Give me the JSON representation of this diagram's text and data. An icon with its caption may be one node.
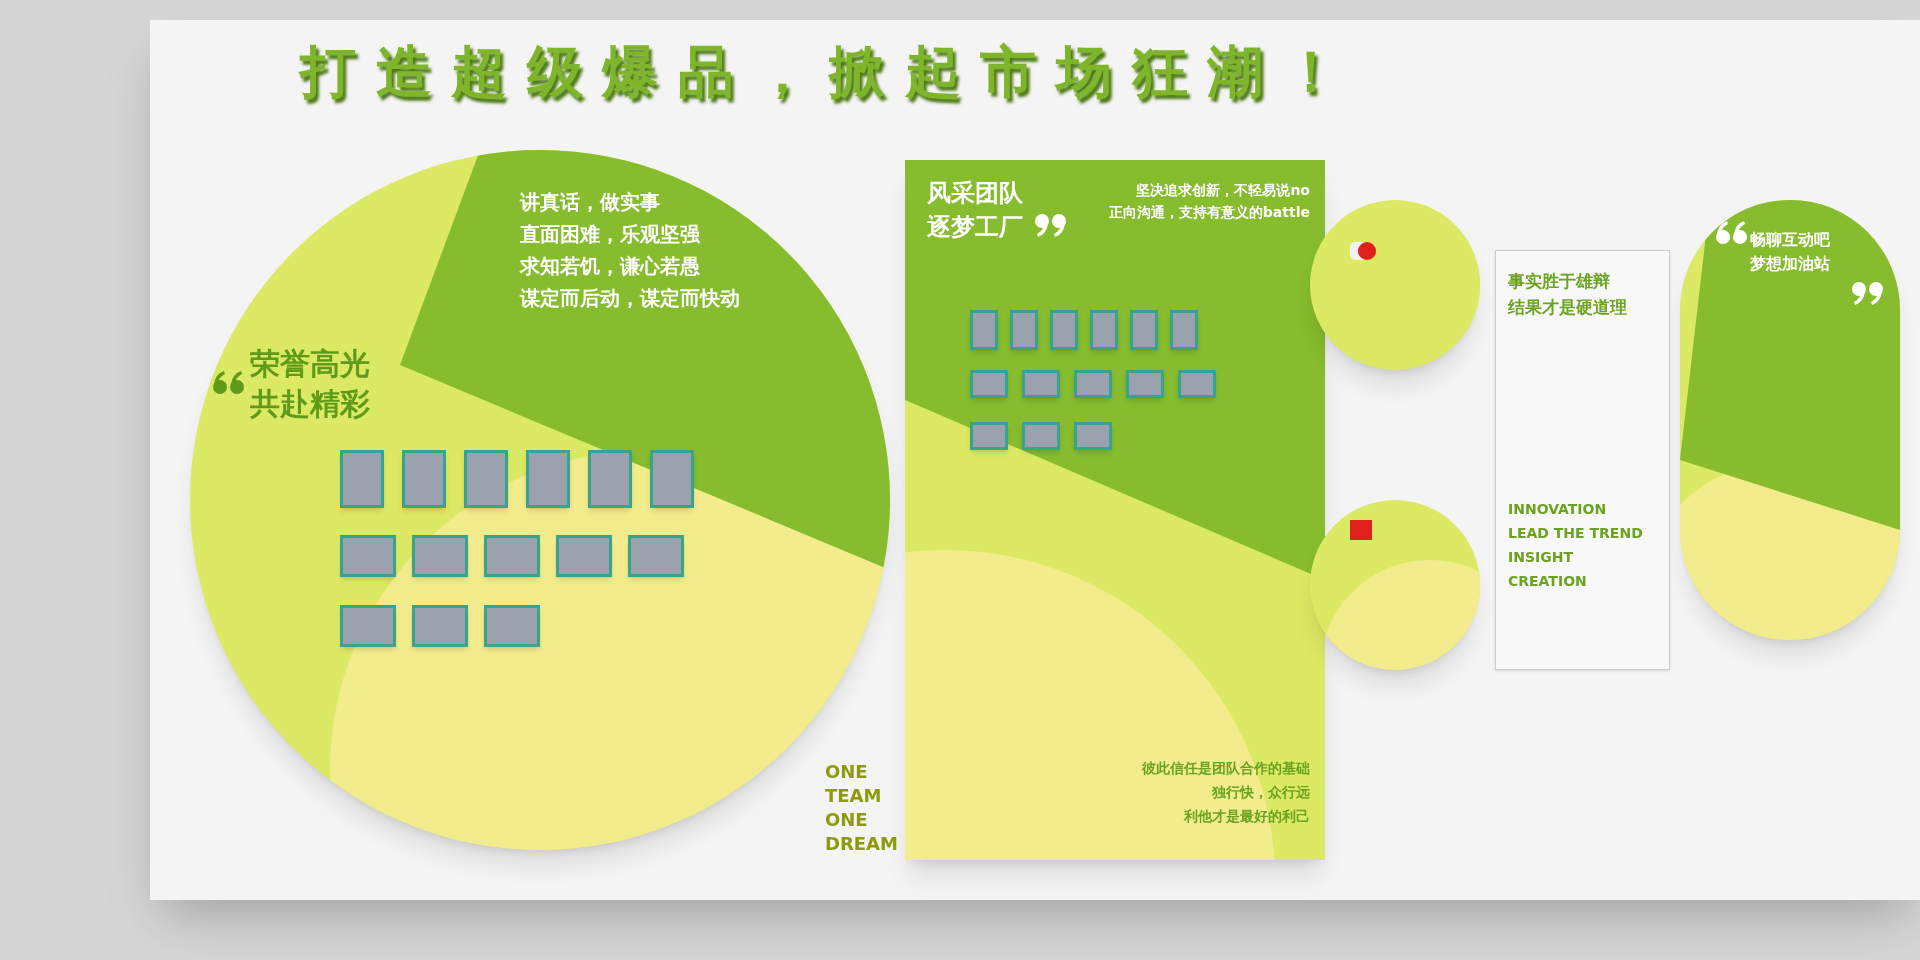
{
  "diagram": {
    "title": "打造超级爆品，掀起市场狂潮！",
    "nodes": [
      {
        "text": [
          "荣誉高光",
          "共赴精彩",
          "讲真话，做实事",
          "直面困难，乐观坚强",
          "求知若饥，谦心若愚",
          "谋定而后动，谋定而快动"
        ]
      },
      {
        "text": [
          "风采团队",
          "逐梦工厂",
          "坚决追求创新，不轻易说no",
          "正向沟通，支持有意义的battle",
          "彼此信任是团队合作的基础",
          "独行快，众行远",
          "利他才是最好的利己"
        ]
      },
      {
        "text": [],
        "shape": "circle"
      },
      {
        "text": [
          "事实胜于雄辩",
          "结果才是硬道理",
          "INNOVATION",
          "LEAD THE TREND",
          "INSIGHT",
          "CREATION"
        ]
      },
      {
        "text": [],
        "shape": "circle"
      },
      {
        "text": [
          "畅聊互动吧",
          "梦想加油站"
        ]
      }
    ],
    "edges": [],
    "labels": [
      "ONE TEAM ONE DREAM"
    ]
  }
}
